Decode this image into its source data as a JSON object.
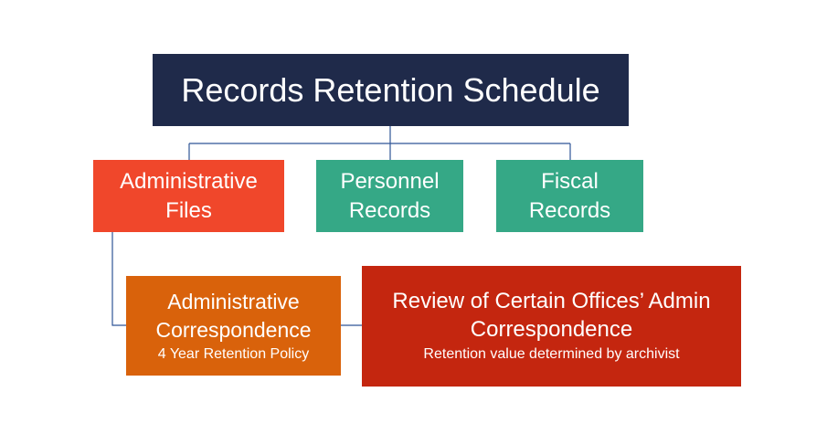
{
  "diagram": {
    "colors": {
      "root": "#1f2a4a",
      "admin_files": "#f0472b",
      "personnel": "#35a886",
      "fiscal": "#35a886",
      "admin_correspondence": "#d9620b",
      "review": "#c4260f",
      "connector": "#2f5597"
    },
    "root": {
      "label": "Records Retention Schedule"
    },
    "categories": [
      {
        "lines": [
          "Administrative",
          "Files"
        ]
      },
      {
        "lines": [
          "Personnel",
          "Records"
        ]
      },
      {
        "lines": [
          "Fiscal",
          "Records"
        ]
      }
    ],
    "admin_correspondence": {
      "lines": [
        "Administrative",
        "Correspondence"
      ],
      "note": "4 Year Retention Policy"
    },
    "review": {
      "lines": [
        "Review of Certain Offices’ Admin",
        "Correspondence"
      ],
      "note": "Retention value determined by archivist"
    }
  }
}
